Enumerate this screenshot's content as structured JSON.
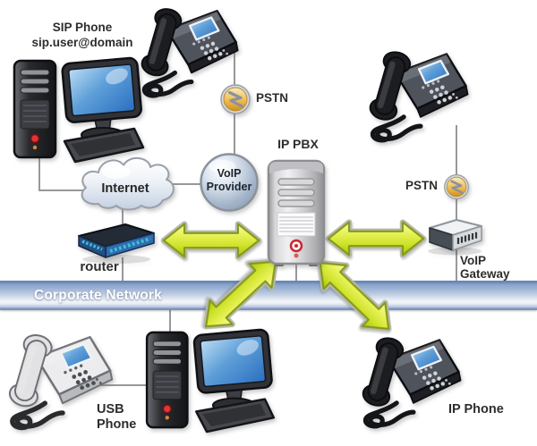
{
  "diagram": {
    "type": "network-topology",
    "title": "SIP / VoIP telephony network",
    "labels": {
      "sip_phone_line1": "SIP Phone",
      "sip_phone_line2": "sip.user@domain",
      "pstn_top": "PSTN",
      "pstn_right": "PSTN",
      "internet": "Internet",
      "voip_provider_line1": "VoIP",
      "voip_provider_line2": "Provider",
      "ip_pbx": "IP PBX",
      "router": "router",
      "corporate_network": "Corporate Network",
      "voip_gateway_line1": "VoIP",
      "voip_gateway_line2": "Gateway",
      "usb_phone_line1": "USB",
      "usb_phone_line2": "Phone",
      "ip_phone": "IP Phone"
    },
    "nodes": [
      {
        "id": "sip-phone-computer",
        "kind": "desktop-computer"
      },
      {
        "id": "desk-phone-top",
        "kind": "desk-phone"
      },
      {
        "id": "pstn-top",
        "kind": "pstn-bolt-icon"
      },
      {
        "id": "internet",
        "kind": "cloud"
      },
      {
        "id": "voip-provider",
        "kind": "sphere"
      },
      {
        "id": "ip-pbx",
        "kind": "server-tower"
      },
      {
        "id": "desk-phone-right",
        "kind": "desk-phone"
      },
      {
        "id": "pstn-right",
        "kind": "pstn-bolt-icon"
      },
      {
        "id": "voip-gateway",
        "kind": "gateway-box"
      },
      {
        "id": "router",
        "kind": "router-box"
      },
      {
        "id": "corporate-network",
        "kind": "bus-bar"
      },
      {
        "id": "usb-phone",
        "kind": "desk-phone-light"
      },
      {
        "id": "usb-phone-computer",
        "kind": "desktop-computer"
      },
      {
        "id": "ip-phone",
        "kind": "desk-phone"
      }
    ],
    "connections": [
      {
        "from": "sip-phone-computer",
        "to": "internet",
        "style": "line"
      },
      {
        "from": "internet",
        "to": "voip-provider",
        "style": "line"
      },
      {
        "from": "internet",
        "to": "router",
        "style": "line"
      },
      {
        "from": "desk-phone-top",
        "to": "voip-provider",
        "via": "pstn-top",
        "style": "line"
      },
      {
        "from": "router",
        "to": "corporate-network",
        "style": "line"
      },
      {
        "from": "router",
        "to": "ip-pbx",
        "style": "double-arrow"
      },
      {
        "from": "ip-pbx",
        "to": "corporate-network",
        "style": "line"
      },
      {
        "from": "ip-pbx",
        "to": "voip-gateway",
        "style": "double-arrow"
      },
      {
        "from": "ip-pbx",
        "to": "corporate-network-left",
        "style": "double-arrow"
      },
      {
        "from": "ip-pbx",
        "to": "corporate-network-right",
        "style": "double-arrow"
      },
      {
        "from": "desk-phone-right",
        "to": "voip-gateway",
        "via": "pstn-right",
        "style": "line"
      },
      {
        "from": "voip-gateway",
        "to": "corporate-network",
        "style": "line"
      },
      {
        "from": "corporate-network",
        "to": "usb-phone-computer",
        "style": "line"
      },
      {
        "from": "usb-phone",
        "to": "usb-phone-computer",
        "style": "line"
      }
    ],
    "colors": {
      "arrow_fill": "#dcee3e",
      "arrow_stroke": "#87991b",
      "bar_blue": "#8aa5cc",
      "bar_border": "#6787b5",
      "bar_text": "#ffffff",
      "pstn_orange": "#e2a93f",
      "screen_blue": "#4a8fd4",
      "label_text": "#2d2d2d",
      "line_gray": "#98989a",
      "background": "#ffffff"
    }
  }
}
